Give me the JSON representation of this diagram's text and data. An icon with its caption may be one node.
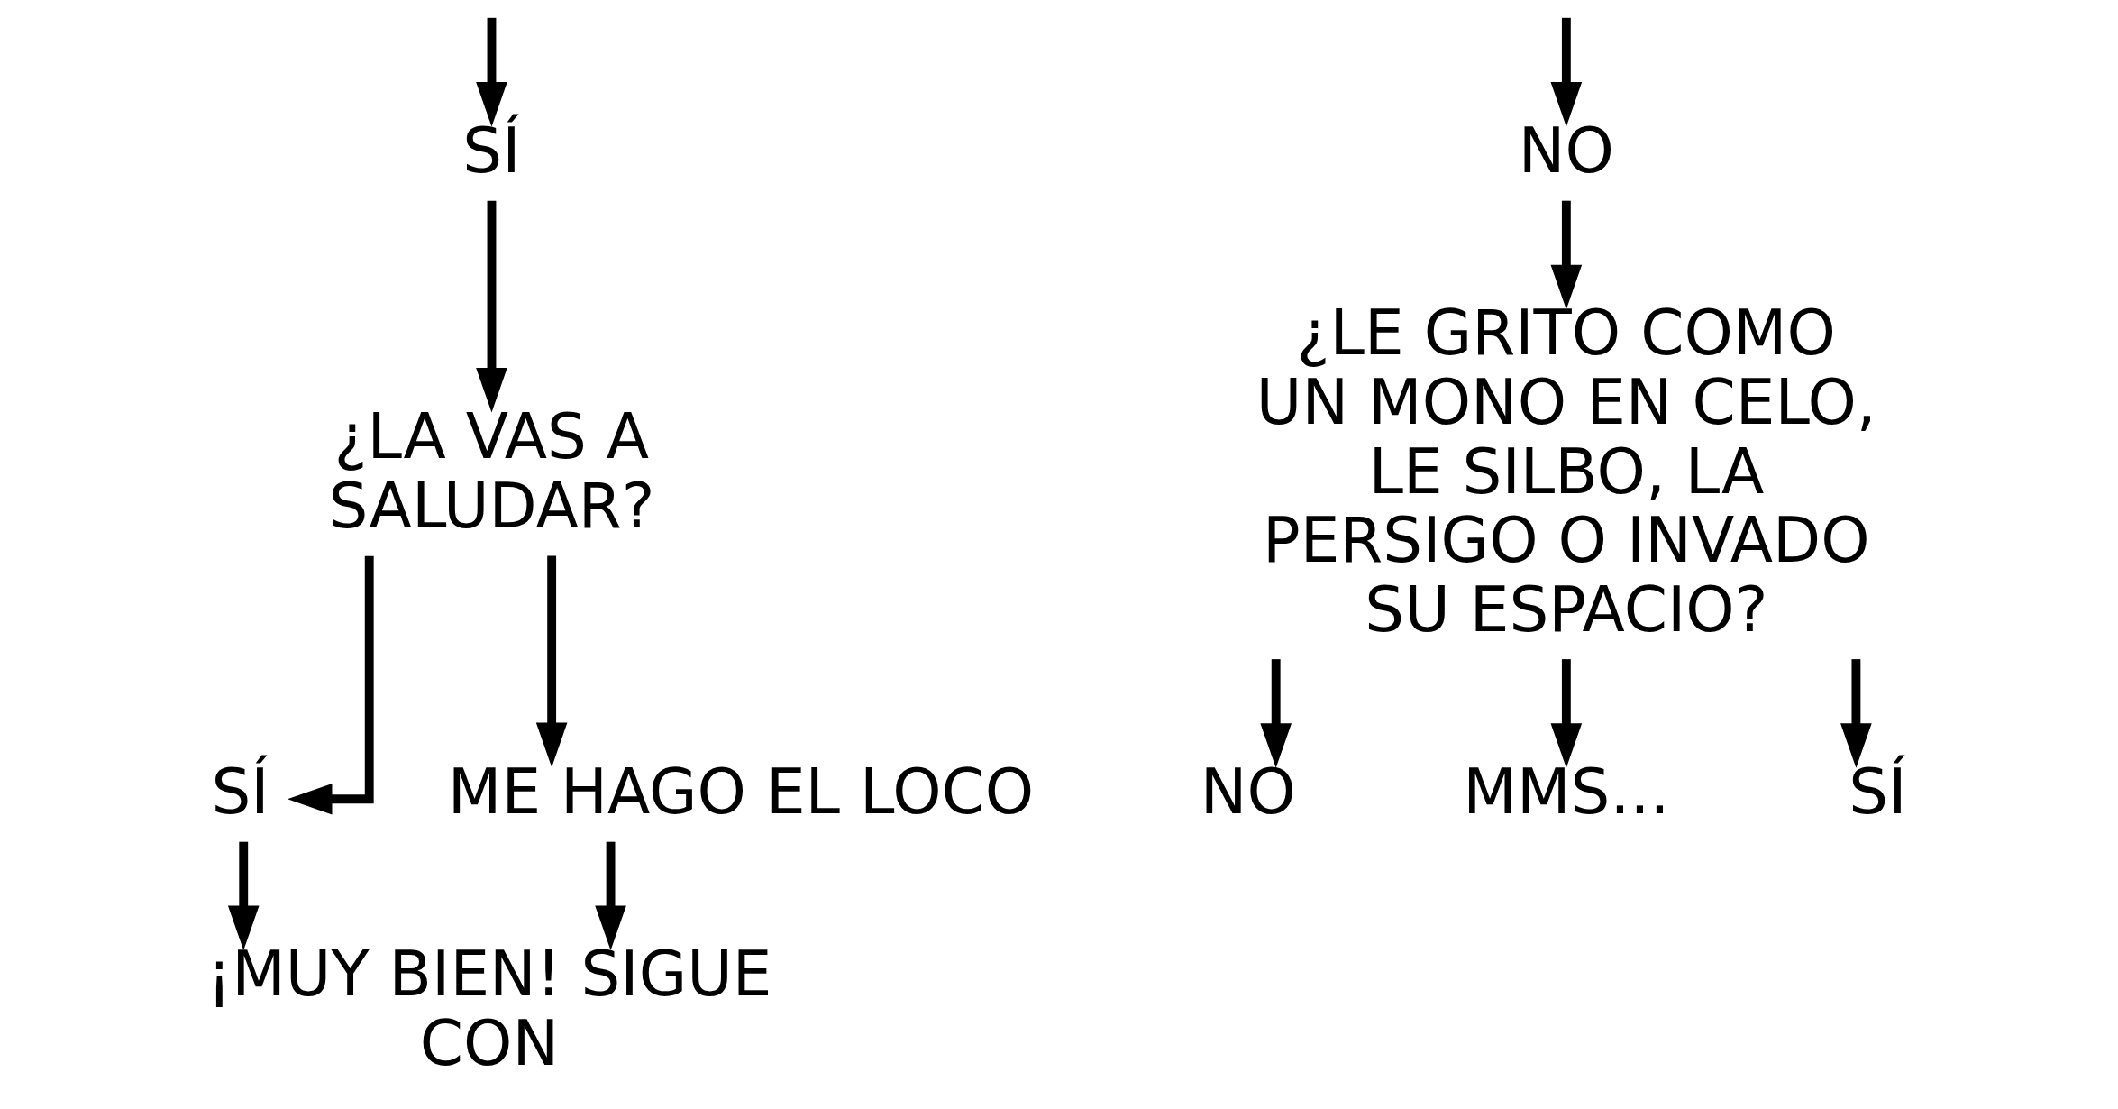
{
  "diagram": {
    "nodes": [
      {
        "text": [
          "SÍ"
        ]
      },
      {
        "text": [
          "NO"
        ]
      },
      {
        "text": [
          "¿LA VAS A SALUDAR?"
        ]
      },
      {
        "text": [
          "¿LE GRITO COMO UN MONO EN CELO, LE SILBO, LA PERSIGO O INVADO SU ESPACIO?"
        ]
      },
      {
        "text": [
          "SÍ"
        ]
      },
      {
        "text": [
          "ME HAGO EL LOCO"
        ]
      },
      {
        "text": [
          "¡MUY BIEN! SIGUE CON"
        ]
      },
      {
        "text": [
          "NO"
        ]
      },
      {
        "text": [
          "MMS..."
        ]
      },
      {
        "text": [
          "SÍ"
        ]
      }
    ],
    "edges": [
      {
        "from": null,
        "to": 0,
        "arrow": "to"
      },
      {
        "from": null,
        "to": 1,
        "arrow": "to"
      },
      {
        "from": 0,
        "to": 2,
        "arrow": "to"
      },
      {
        "from": 1,
        "to": 3,
        "arrow": "to"
      },
      {
        "from": 2,
        "to": 4,
        "arrow": "to"
      },
      {
        "from": 2,
        "to": 5,
        "arrow": "to"
      },
      {
        "from": 4,
        "to": 6,
        "arrow": "to"
      },
      {
        "from": 5,
        "to": 6,
        "arrow": "to"
      },
      {
        "from": 3,
        "to": 7,
        "arrow": "to"
      },
      {
        "from": 3,
        "to": 8,
        "arrow": "to"
      },
      {
        "from": 3,
        "to": 9,
        "arrow": "to"
      }
    ]
  }
}
